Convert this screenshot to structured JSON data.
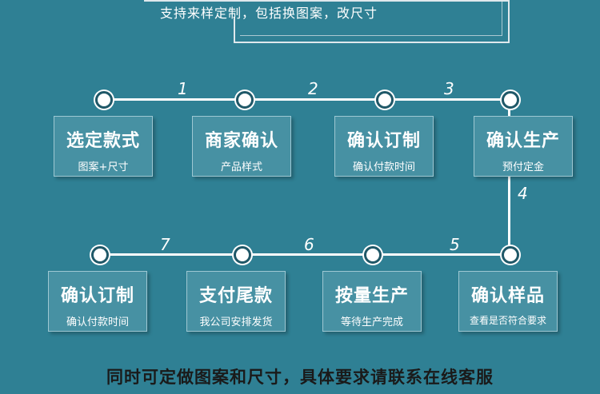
{
  "header": {
    "note": "支持来样定制，包括换图案，改尺寸"
  },
  "steps": [
    {
      "number": "1",
      "title": "选定款式",
      "subtitle": "图案+尺寸"
    },
    {
      "number": "2",
      "title": "商家确认",
      "subtitle": "产品样式"
    },
    {
      "number": "3",
      "title": "确认订制",
      "subtitle": "确认付款时间"
    },
    {
      "number": "4",
      "title": "确认生产",
      "subtitle": "预付定金"
    },
    {
      "number": "5",
      "title": "确认样品",
      "subtitle": "查看是否符合要求"
    },
    {
      "number": "6",
      "title": "按量生产",
      "subtitle": "等待生产完成"
    },
    {
      "number": "7",
      "title": "支付尾款",
      "subtitle": "我公司安排发货"
    },
    {
      "title": "确认订制",
      "subtitle": "确认付款时间"
    }
  ],
  "footer": {
    "note": "同时可定做图案和尺寸，具体要求请联系在线客服"
  },
  "colors": {
    "background": "#2f8094",
    "card": "#4791a3",
    "line": "#ffffff",
    "footer_text": "#1a1a1a"
  }
}
